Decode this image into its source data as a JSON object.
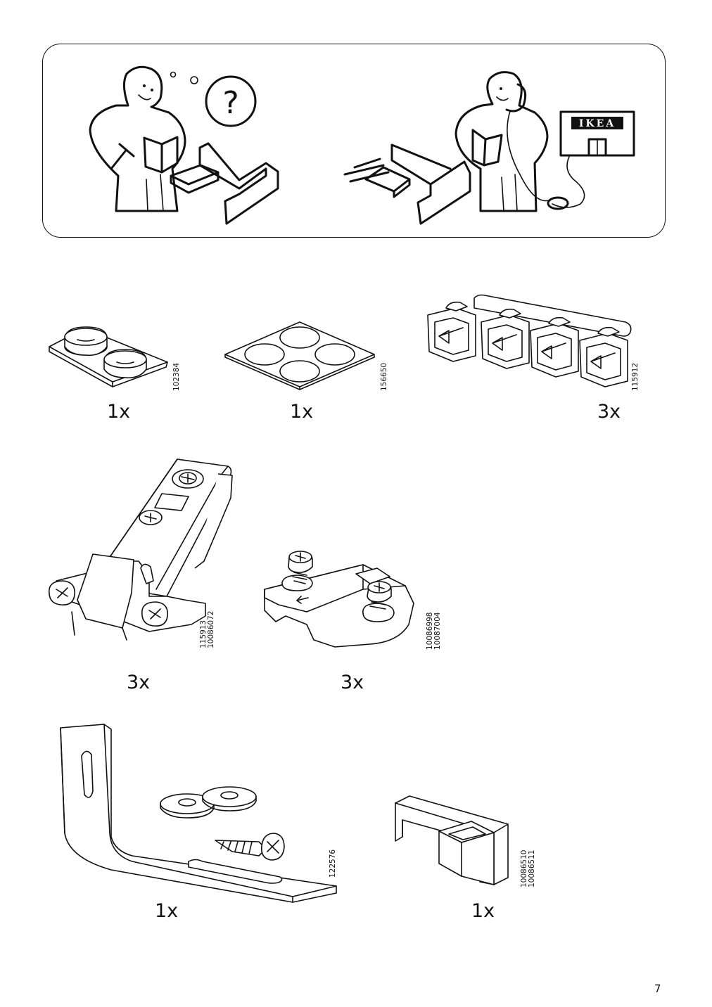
{
  "banner": {
    "question_mark": "?",
    "store_sign": "IKEA"
  },
  "parts": [
    {
      "name": "felt-pads",
      "code": "102384",
      "qty": "1x"
    },
    {
      "name": "round-pads-sheet",
      "code": "156650",
      "qty": "1x"
    },
    {
      "name": "clip-strip",
      "code": "115912",
      "qty": "3x"
    },
    {
      "name": "hinge",
      "code": "115913\n10086072",
      "qty": "3x"
    },
    {
      "name": "mounting-plate",
      "code": "10086998\n10087004",
      "qty": "3x"
    },
    {
      "name": "wall-bracket-kit",
      "code": "122576",
      "qty": "1x"
    },
    {
      "name": "clip-bracket",
      "code": "10086510\n10086511",
      "qty": "1x"
    }
  ],
  "page_number": "7"
}
